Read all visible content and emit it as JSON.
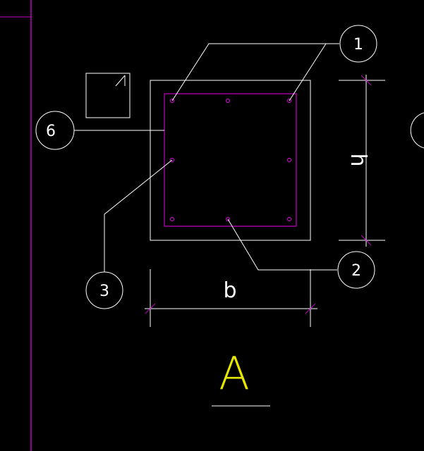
{
  "colors": {
    "background": "#000000",
    "line": "#ffffff",
    "rebar": "#c000c0",
    "title": "#e6e600"
  },
  "callouts": {
    "c1": "1",
    "c2": "2",
    "c3": "3",
    "c6": "6"
  },
  "dimensions": {
    "width_label": "b",
    "height_label": "h"
  },
  "section_title": "A"
}
